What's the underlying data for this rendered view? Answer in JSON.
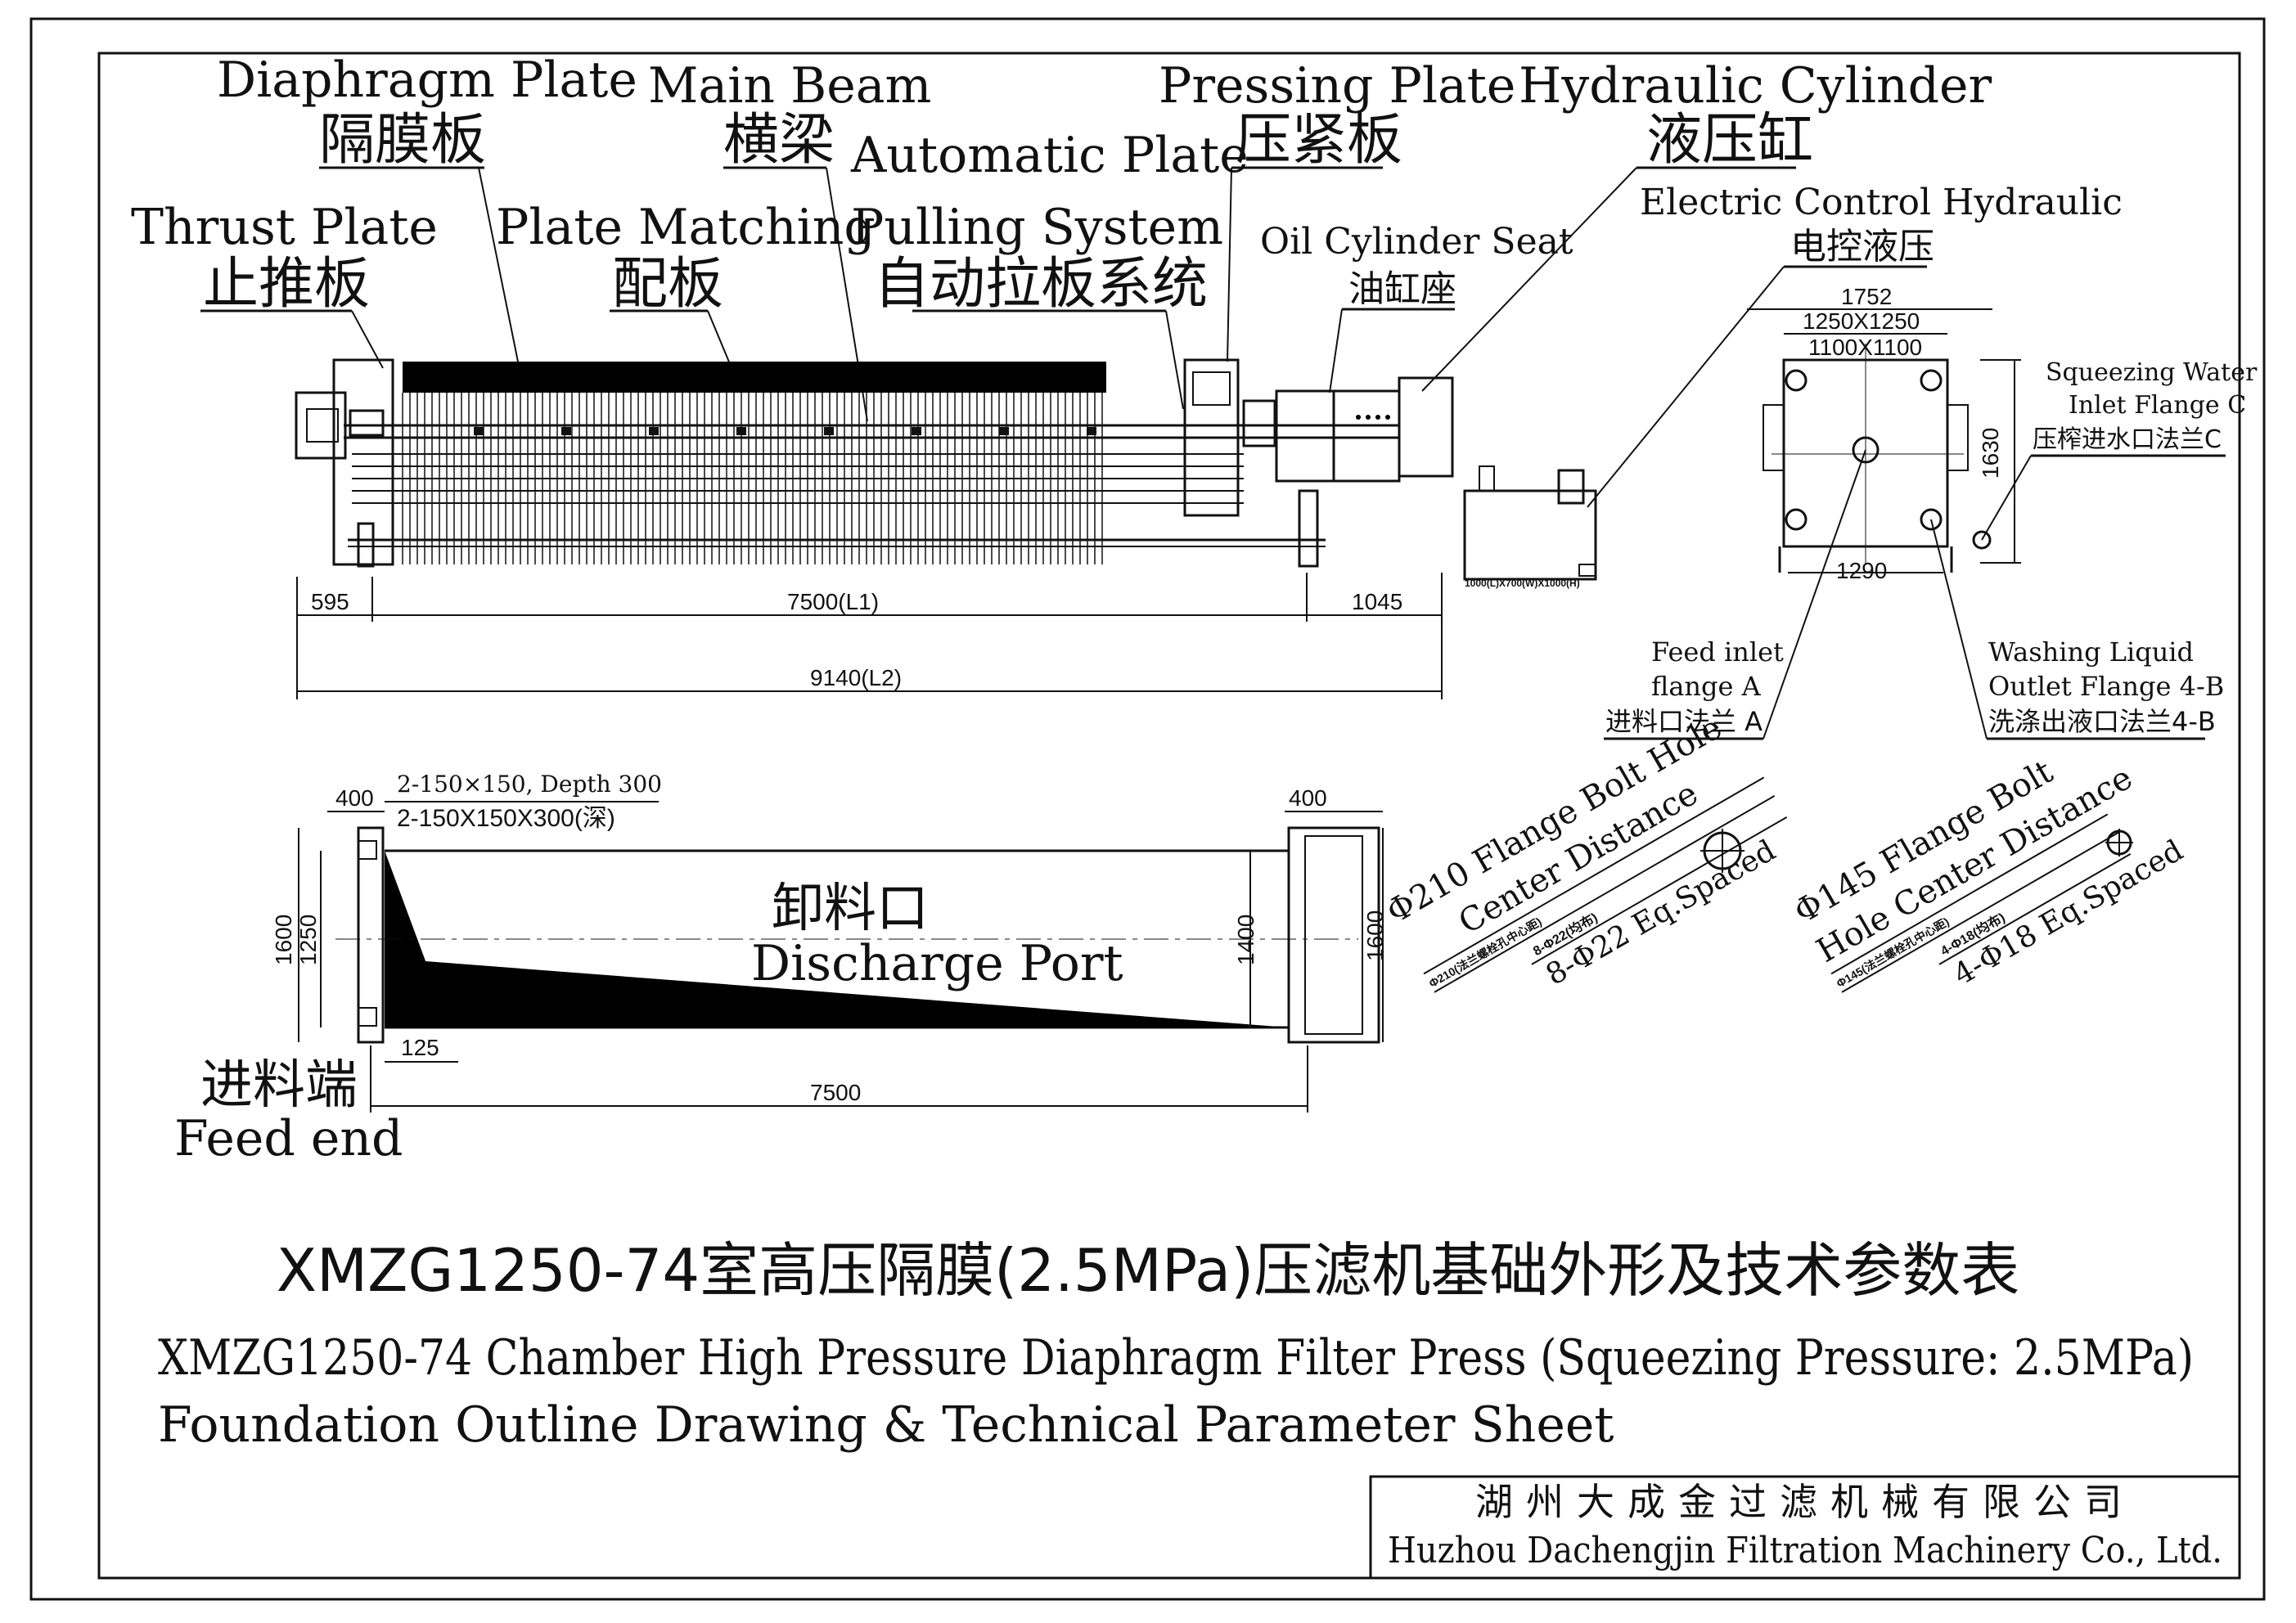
{
  "callouts": {
    "diaphragm_plate": {
      "en": "Diaphragm Plate",
      "cn": "隔膜板"
    },
    "main_beam": {
      "en": "Main Beam",
      "cn": "横梁"
    },
    "pressing_plate": {
      "en": "Pressing Plate",
      "cn": "压紧板"
    },
    "hydraulic_cylinder": {
      "en": "Hydraulic Cylinder",
      "cn": "液压缸"
    },
    "automatic_plate": {
      "en": "Automatic Plate",
      "en2": "Pulling System",
      "cn": "自动拉板系统"
    },
    "thrust_plate": {
      "en": "Thrust Plate",
      "cn": "止推板"
    },
    "plate_matching": {
      "en": "Plate Matching",
      "cn": "配板"
    },
    "oil_cylinder_seat": {
      "en": "Oil Cylinder Seat",
      "cn": "油缸座"
    },
    "electric_control": {
      "en": "Electric Control Hydraulic",
      "cn": "电控液压"
    },
    "squeezing_water": {
      "en1": "Squeezing Water",
      "en2": "Inlet Flange C",
      "cn": "压榨进水口法兰C"
    },
    "feed_inlet": {
      "en1": "Feed inlet",
      "en2": "flange A",
      "cn": "进料口法兰 A"
    },
    "washing_liquid": {
      "en1": "Washing Liquid",
      "en2": "Outlet Flange 4-B",
      "cn": "洗涤出液口法兰4-B"
    }
  },
  "dimensions": {
    "d595": "595",
    "d7500_l1": "7500(L1)",
    "d1045": "1045",
    "d9140_l2": "9140(L2)",
    "d1752": "1752",
    "d1250x1250": "1250X1250",
    "d1100x1100": "1100X1100",
    "d1630": "1630",
    "d1290": "1290",
    "tank": "1000(L)X700(W)X1000(H)",
    "f400_left": "400",
    "f400_right": "400",
    "f1600_left": "1600",
    "f1250": "1250",
    "f1400": "1400",
    "f1600_right": "1600",
    "f125": "125",
    "f7500": "7500",
    "pit_en": "2-150×150, Depth 300",
    "pit_cn": "2-150X150X300(深)"
  },
  "foundation": {
    "discharge_cn": "卸料口",
    "discharge_en": "Discharge Port",
    "feed_cn": "进料端",
    "feed_en": "Feed end"
  },
  "flanges": {
    "f210_en1": "Φ210 Flange Bolt Hole",
    "f210_en2": "Center Distance",
    "f210_cn": "Φ210(法兰螺栓孔中心距)",
    "f210_holes_cn": "8-Φ22(均布)",
    "f210_holes_en": "8-Φ22 Eq.Spaced",
    "f145_en1": "Φ145 Flange Bolt",
    "f145_en2": "Hole Center Distance",
    "f145_cn": "Φ145(法兰螺栓孔中心距)",
    "f145_holes_cn": "4-Φ18(均布)",
    "f145_holes_en": "4-Φ18 Eq.Spaced"
  },
  "title": {
    "cn": "XMZG1250-74室高压隔膜(2.5MPa)压滤机基础外形及技术参数表",
    "en1": "XMZG1250-74 Chamber High Pressure Diaphragm Filter Press (Squeezing Pressure: 2.5MPa)",
    "en2": "Foundation Outline Drawing & Technical Parameter Sheet"
  },
  "company": {
    "cn": "湖州大成金过滤机械有限公司",
    "en": "Huzhou Dachengjin Filtration Machinery Co., Ltd."
  }
}
